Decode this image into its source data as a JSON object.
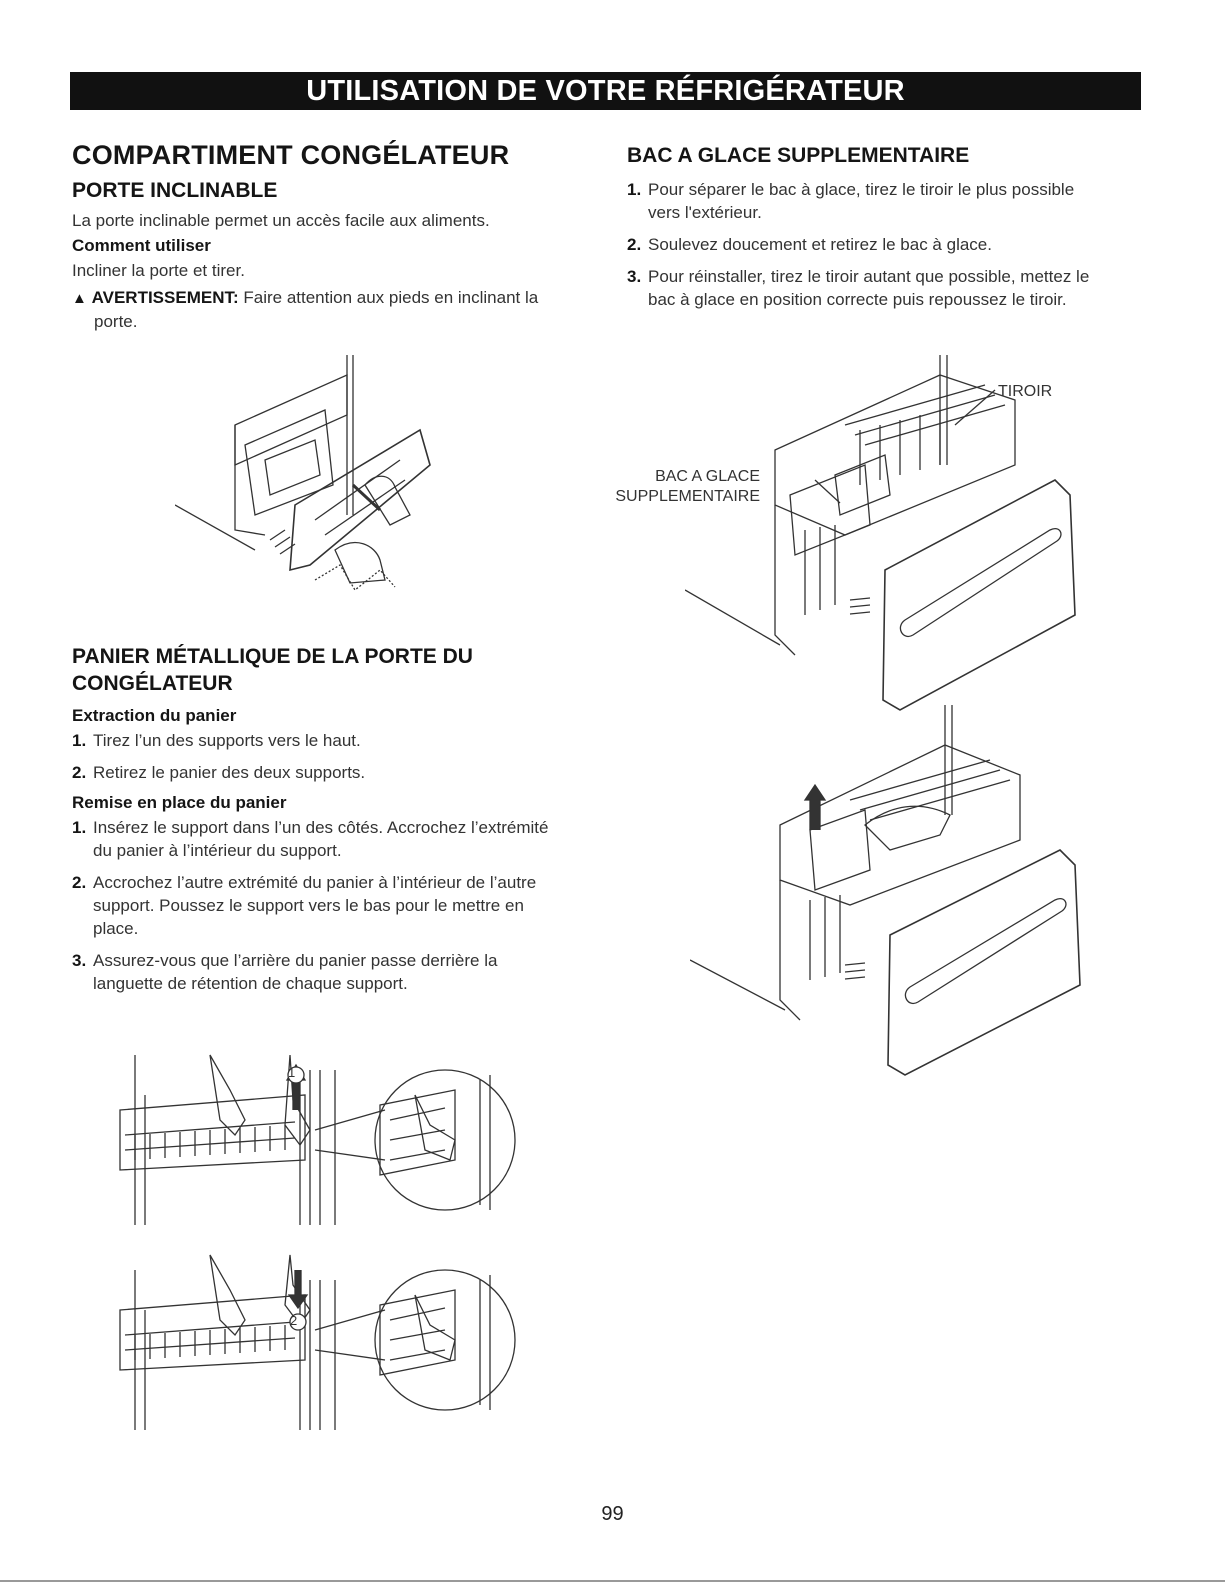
{
  "header": {
    "title": "UTILISATION DE VOTRE RÉFRIGÉRATEUR"
  },
  "left": {
    "section_title": "COMPARTIMENT CONGÉLATEUR",
    "porte": {
      "title": "PORTE INCLINABLE",
      "intro": "La porte inclinable permet un accès facile aux aliments.",
      "how_label": "Comment utiliser",
      "how_text": "Incliner la porte et tirer.",
      "warning_label": "AVERTISSEMENT:",
      "warning_text": " Faire attention aux pieds en inclinant la porte."
    },
    "panier": {
      "title": "PANIER MÉTALLIQUE DE LA PORTE DU CONGÉLATEUR",
      "extraction_label": "Extraction du panier",
      "extraction_steps": [
        {
          "num": "1.",
          "text": "Tirez l’un des supports vers le haut."
        },
        {
          "num": "2.",
          "text": "Retirez le panier des deux supports."
        }
      ],
      "remise_label": "Remise en place du panier",
      "remise_steps": [
        {
          "num": "1.",
          "text": "Insérez le support dans l’un des côtés. Accrochez l’extrémité du panier à l’intérieur du support."
        },
        {
          "num": "2.",
          "text": "Accrochez l’autre extrémité du panier à l’intérieur de l’autre support. Poussez le support vers le bas pour le mettre en place."
        },
        {
          "num": "3.",
          "text": "Assurez-vous que l’arrière du panier passe derrière la languette de rétention de chaque support."
        }
      ]
    },
    "figures": {
      "step1": "1",
      "step2": "2"
    }
  },
  "right": {
    "title": "BAC A GLACE SUPPLEMENTAIRE",
    "steps": [
      {
        "num": "1.",
        "text": "Pour séparer le bac à glace, tirez le tiroir le plus possible vers l'extérieur."
      },
      {
        "num": "2.",
        "text": "Soulevez doucement et retirez le bac à glace."
      },
      {
        "num": "3.",
        "text": "Pour réinstaller, tirez le tiroir autant que possible, mettez le bac à glace en position correcte puis repoussez le tiroir."
      }
    ],
    "labels": {
      "tiroir": "TIROIR",
      "bac_line1": "BAC A GLACE",
      "bac_line2": "SUPPLEMENTAIRE"
    }
  },
  "footer": {
    "page_number": "99"
  }
}
